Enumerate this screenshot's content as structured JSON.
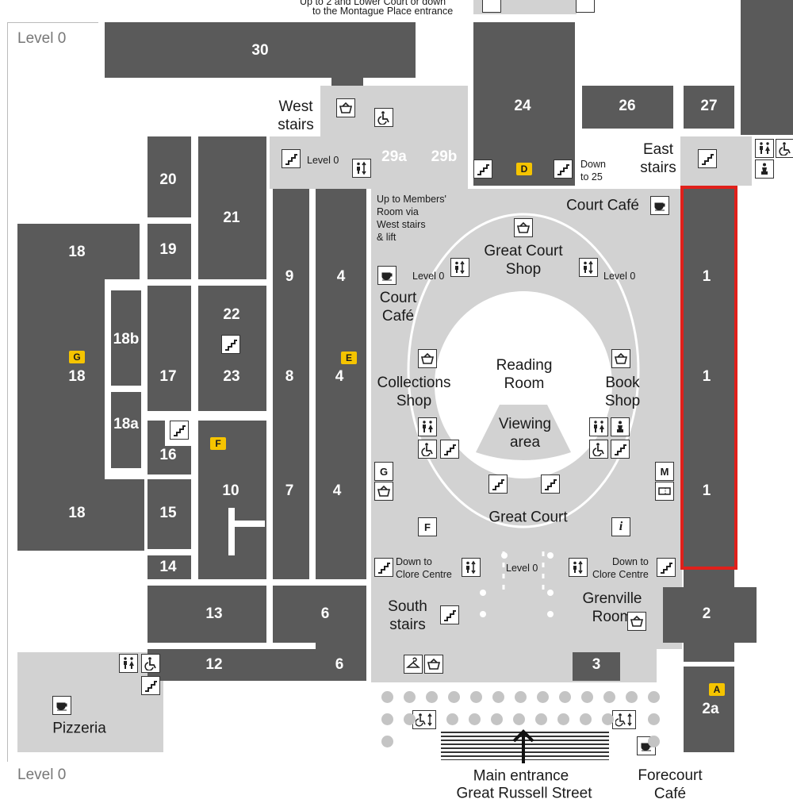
{
  "level_top": "Level 0",
  "level_bottom": "Level 0",
  "top_note": "Up to 2 and Lower Court or down to the Montague Place entrance",
  "top_note_lines": [
    "Up to 2 and Lower Court or down",
    "to the Montague Place entrance"
  ],
  "rooms": {
    "r30": "30",
    "r24": "24",
    "r26": "26",
    "r27": "27",
    "r29a": "29a",
    "r29b": "29b",
    "r20": "20",
    "r21": "21",
    "r19": "19",
    "r22": "22",
    "r23": "23",
    "r18_top": "18",
    "r18_mid": "18",
    "r18_bot": "18",
    "r18b": "18b",
    "r18a": "18a",
    "r17": "17",
    "r16": "16",
    "r15": "15",
    "r14": "14",
    "r10": "10",
    "r13": "13",
    "r12": "12",
    "r9": "9",
    "r8": "8",
    "r7": "7",
    "r4_top": "4",
    "r4_mid": "4",
    "r4_bot": "4",
    "r6_top": "6",
    "r6_bot": "6",
    "r3": "3",
    "r1_top": "1",
    "r1_mid": "1",
    "r1_bot": "1",
    "r2": "2",
    "r2a": "2a"
  },
  "labels": {
    "west_stairs": [
      "West",
      "stairs"
    ],
    "east_stairs": [
      "East",
      "stairs"
    ],
    "court_cafe_ne": "Court Café",
    "court_cafe_w": [
      "Court",
      "Café"
    ],
    "great_court_shop": [
      "Great Court",
      "Shop"
    ],
    "reading_room": [
      "Reading",
      "Room"
    ],
    "viewing_area": [
      "Viewing",
      "area"
    ],
    "collections_shop": [
      "Collections",
      "Shop"
    ],
    "book_shop": [
      "Book",
      "Shop"
    ],
    "great_court": "Great Court",
    "south_stairs": [
      "South",
      "stairs"
    ],
    "grenville_room": [
      "Grenville",
      "Room"
    ],
    "pizzeria": "Pizzeria",
    "main_entrance": "Main entrance",
    "main_entrance_street": "Great Russell Street",
    "forecourt_cafe": [
      "Forecourt",
      "Café"
    ]
  },
  "small_labels": {
    "level0_west": "Level 0",
    "down_to_25": [
      "Down",
      "to 25"
    ],
    "up_to_members": [
      "Up to Members'",
      "Room via",
      "West stairs",
      "& lift"
    ],
    "level0_gc_left": "Level 0",
    "level0_gc_right": "Level 0",
    "level0_south": "Level 0",
    "clore_left": [
      "Down to",
      "Clore Centre"
    ],
    "clore_right": [
      "Down to",
      "Clore Centre"
    ]
  },
  "markers": {
    "A": "A",
    "D": "D",
    "E": "E",
    "F": "F",
    "G": "G"
  },
  "icon_letters": {
    "g": "G",
    "f": "F",
    "m": "M",
    "info": "i"
  },
  "highlight": {
    "target": "Room 1",
    "color": "#e0201b"
  },
  "colors": {
    "gallery": "#5a5a5a",
    "public": "#d2d2d2",
    "marker": "#f5c400"
  }
}
